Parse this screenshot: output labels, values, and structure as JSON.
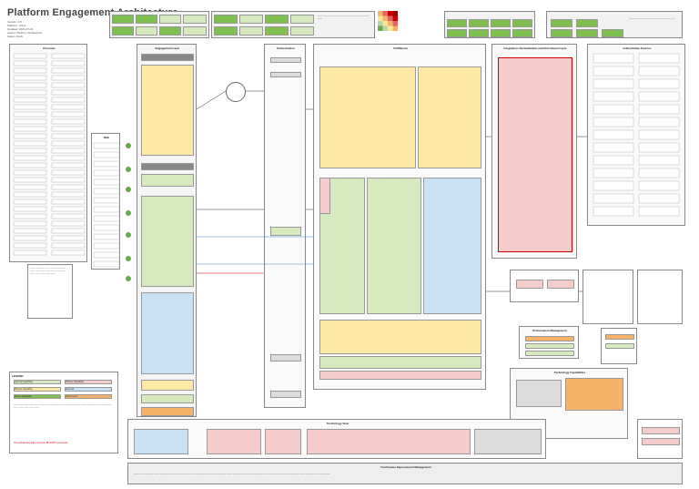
{
  "title": "Platform Engagement Architecture",
  "meta": [
    "Version: 0.8",
    "Platform: Cisco",
    "Updated: 2021-07-15",
    "Author: Platform Architecture",
    "Status: Draft"
  ],
  "sections": {
    "engagement_layer": "Engagement Layer",
    "orchestration": "Orchestration",
    "fulfillment": "Fulfillment",
    "integration_layer": "Integration, Normalization and Enrichment Layer",
    "authoritative_sources": "Authoritative Sources",
    "technology_view": "Technology View",
    "continuous_improvement": "Continuous Improvement Management",
    "legend": "LEGEND",
    "performance_management": "Performance Management",
    "technology_capability_map": "Technology Capabilities"
  },
  "legend": {
    "items": [
      "Internal Capability",
      "Partner Capability",
      "Shared Capability",
      "External",
      "Future Capability",
      "Deprecated"
    ],
    "note": "The architecture does not cover BUCS/ITS processes"
  },
  "colors": {
    "green": "#7fbf4f",
    "light_green": "#d7eabf",
    "yellow": "#fde9a5",
    "orange": "#f6b26b",
    "salmon": "#f4cccc",
    "blue": "#c9e1f5",
    "grey": "#dcdcdc"
  }
}
